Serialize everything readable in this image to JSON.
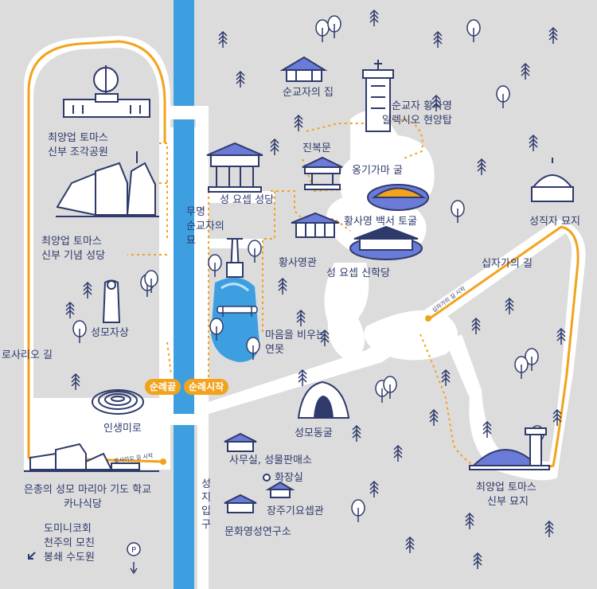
{
  "colors": {
    "background": "#dcdcdc",
    "water": "#3e9fe0",
    "paths": "#ffffff",
    "trail": "#f2a31b",
    "ink": "#2e3a6b",
    "accent": "#6a7bd8"
  },
  "places": {
    "martyr_house": "순교자의 집",
    "hwang_monument_1": "순교자 황사영",
    "hwang_monument_2": "알렉시오 현양탑",
    "jinbokmun": "진복문",
    "onggi_cave": "옹기가마 굴",
    "choi_park_1": "최양업 토마스",
    "choi_park_2": "신부 조각공원",
    "joseph_church": "성 요셉 성당",
    "unknown_tomb_1": "무명",
    "unknown_tomb_2": "순교자의",
    "unknown_tomb_3": "묘",
    "hwang_cave": "황사영 백서 토굴",
    "martyrs_tomb": "성직자 묘지",
    "choi_church_1": "최양업 토마스",
    "choi_church_2": "신부 기념 성당",
    "hwang_hall": "황사영관",
    "joseph_seminary": "성 요셉 신학당",
    "cross_road": "십자가의 길",
    "mary_statue": "성모자상",
    "pond_1": "마음을 비우는",
    "pond_2": "연못",
    "rosary_road": "로사리오 길",
    "labyrinth": "인생미로",
    "grotto": "성모동굴",
    "office": "사무실, 성물판매소",
    "restroom": "화장실",
    "school_1": "은총의 성모 마리아 기도 학교",
    "school_2": "카나식당",
    "jangju_hall": "장주기요셉관",
    "culture_inst": "문화영성연구소",
    "choi_tomb_1": "최양업 토마스",
    "choi_tomb_2": "신부 묘지",
    "entrance": "성지입구",
    "dominic_1": "도미니코회",
    "dominic_2": "천주의 모친",
    "dominic_3": "봉쇄 수도원",
    "parking": "P"
  },
  "badges": {
    "pilgrim_end": "순례끝",
    "pilgrim_start": "순례시작"
  },
  "trail_labels": {
    "rosary_start": "로사리오 길 시작",
    "cross_start": "십자가의 길 시작"
  },
  "icons": [
    "tree-icon",
    "pine-icon",
    "arrow-down-left-icon",
    "arrow-down-icon",
    "restroom-dot-icon"
  ]
}
